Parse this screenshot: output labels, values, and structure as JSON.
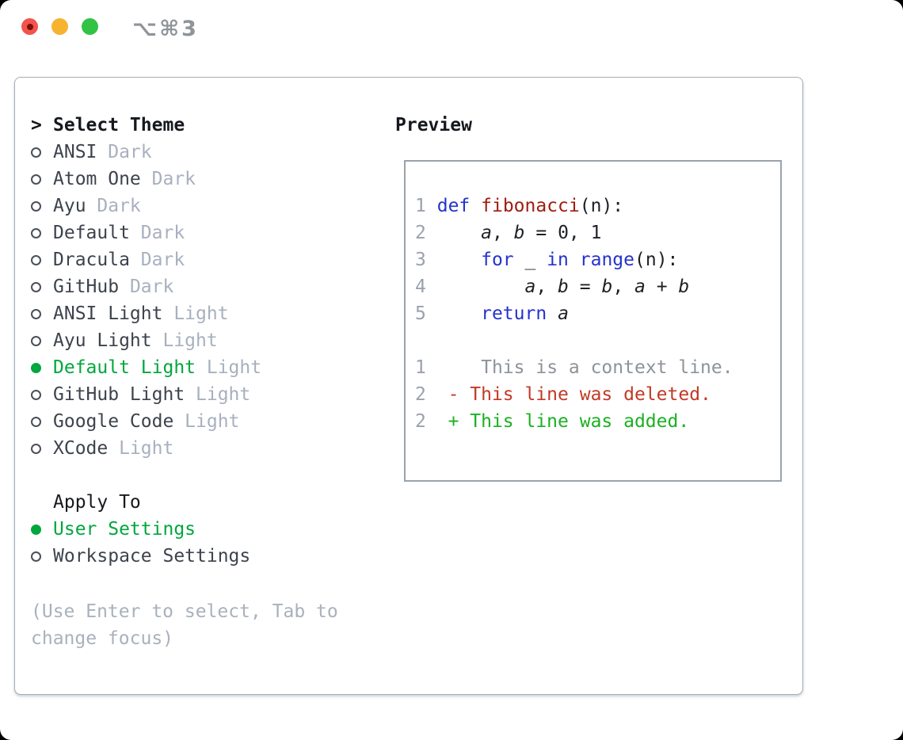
{
  "window": {
    "title": "⌥⌘3",
    "traffic_lights": [
      {
        "name": "close",
        "color": "#f2544d",
        "modified_dot": true
      },
      {
        "name": "minimize",
        "color": "#f5b32f",
        "modified_dot": false
      },
      {
        "name": "zoom",
        "color": "#32c246",
        "modified_dot": false
      }
    ]
  },
  "theme_panel": {
    "header_prefix": ">",
    "header": "Select Theme",
    "items": [
      {
        "name": "ANSI",
        "variant": "Dark",
        "selected": false
      },
      {
        "name": "Atom One",
        "variant": "Dark",
        "selected": false
      },
      {
        "name": "Ayu",
        "variant": "Dark",
        "selected": false
      },
      {
        "name": "Default",
        "variant": "Dark",
        "selected": false
      },
      {
        "name": "Dracula",
        "variant": "Dark",
        "selected": false
      },
      {
        "name": "GitHub",
        "variant": "Dark",
        "selected": false
      },
      {
        "name": "ANSI Light",
        "variant": "Light",
        "selected": false
      },
      {
        "name": "Ayu Light",
        "variant": "Light",
        "selected": false
      },
      {
        "name": "Default Light",
        "variant": "Light",
        "selected": true
      },
      {
        "name": "GitHub Light",
        "variant": "Light",
        "selected": false
      },
      {
        "name": "Google Code",
        "variant": "Light",
        "selected": false
      },
      {
        "name": "XCode",
        "variant": "Light",
        "selected": false
      }
    ]
  },
  "apply_panel": {
    "header": "Apply To",
    "options": [
      {
        "label": "User Settings",
        "selected": true
      },
      {
        "label": "Workspace Settings",
        "selected": false
      }
    ]
  },
  "hint": {
    "text": "(Use Enter to select, Tab to change focus)"
  },
  "preview": {
    "header": "Preview",
    "lines": [
      {
        "kind": "code",
        "segments": [
          {
            "t": "1",
            "c": "ln"
          },
          {
            "t": " ",
            "c": "pl"
          },
          {
            "t": "def",
            "c": "kw"
          },
          {
            "t": " ",
            "c": "pl"
          },
          {
            "t": "fibonacci",
            "c": "fn"
          },
          {
            "t": "(n):",
            "c": "pl"
          }
        ]
      },
      {
        "kind": "code",
        "segments": [
          {
            "t": "2",
            "c": "ln"
          },
          {
            "t": "     ",
            "c": "pl"
          },
          {
            "t": "a",
            "c": "var"
          },
          {
            "t": ", ",
            "c": "pl"
          },
          {
            "t": "b",
            "c": "var"
          },
          {
            "t": " = 0, 1",
            "c": "pl"
          }
        ]
      },
      {
        "kind": "code",
        "segments": [
          {
            "t": "3",
            "c": "ln"
          },
          {
            "t": "     ",
            "c": "pl"
          },
          {
            "t": "for",
            "c": "kw"
          },
          {
            "t": " _ ",
            "c": "pl"
          },
          {
            "t": "in",
            "c": "kw"
          },
          {
            "t": " ",
            "c": "pl"
          },
          {
            "t": "range",
            "c": "kw"
          },
          {
            "t": "(n):",
            "c": "pl"
          }
        ]
      },
      {
        "kind": "code",
        "segments": [
          {
            "t": "4",
            "c": "ln"
          },
          {
            "t": "         ",
            "c": "pl"
          },
          {
            "t": "a",
            "c": "var"
          },
          {
            "t": ", ",
            "c": "pl"
          },
          {
            "t": "b",
            "c": "var"
          },
          {
            "t": " = ",
            "c": "pl"
          },
          {
            "t": "b",
            "c": "var"
          },
          {
            "t": ", ",
            "c": "pl"
          },
          {
            "t": "a",
            "c": "var"
          },
          {
            "t": " + ",
            "c": "pl"
          },
          {
            "t": "b",
            "c": "var"
          }
        ]
      },
      {
        "kind": "code",
        "segments": [
          {
            "t": "5",
            "c": "ln"
          },
          {
            "t": "     ",
            "c": "pl"
          },
          {
            "t": "return",
            "c": "kw"
          },
          {
            "t": " ",
            "c": "pl"
          },
          {
            "t": "a",
            "c": "var"
          }
        ]
      },
      {
        "kind": "blank",
        "segments": [
          {
            "t": " ",
            "c": "pl"
          }
        ]
      },
      {
        "kind": "diff-context",
        "segments": [
          {
            "t": "1",
            "c": "ln"
          },
          {
            "t": "     ",
            "c": "pl"
          },
          {
            "t": "This is a context line.",
            "c": "ctx"
          }
        ]
      },
      {
        "kind": "diff-deleted",
        "segments": [
          {
            "t": "2",
            "c": "ln"
          },
          {
            "t": "  ",
            "c": "pl"
          },
          {
            "t": "- This line was deleted.",
            "c": "del"
          }
        ]
      },
      {
        "kind": "diff-added",
        "segments": [
          {
            "t": "2",
            "c": "ln"
          },
          {
            "t": "  ",
            "c": "pl"
          },
          {
            "t": "+ This line was added.",
            "c": "add"
          }
        ]
      }
    ]
  },
  "palette": {
    "selected_green": "#00a73e",
    "added_green": "#1ab122",
    "deleted_red": "#c23a26",
    "keyword_blue": "#2433cc",
    "function_red": "#a21b10",
    "muted_suffix_gray": "#a8b0bf",
    "hint_gray": "#a9b1bc",
    "line_number_gray": "#9aa2ae",
    "window_border_gray": "#a7aeb6",
    "traffic_red": "#f2544d",
    "traffic_yellow": "#f5b32f",
    "traffic_green": "#32c246"
  }
}
